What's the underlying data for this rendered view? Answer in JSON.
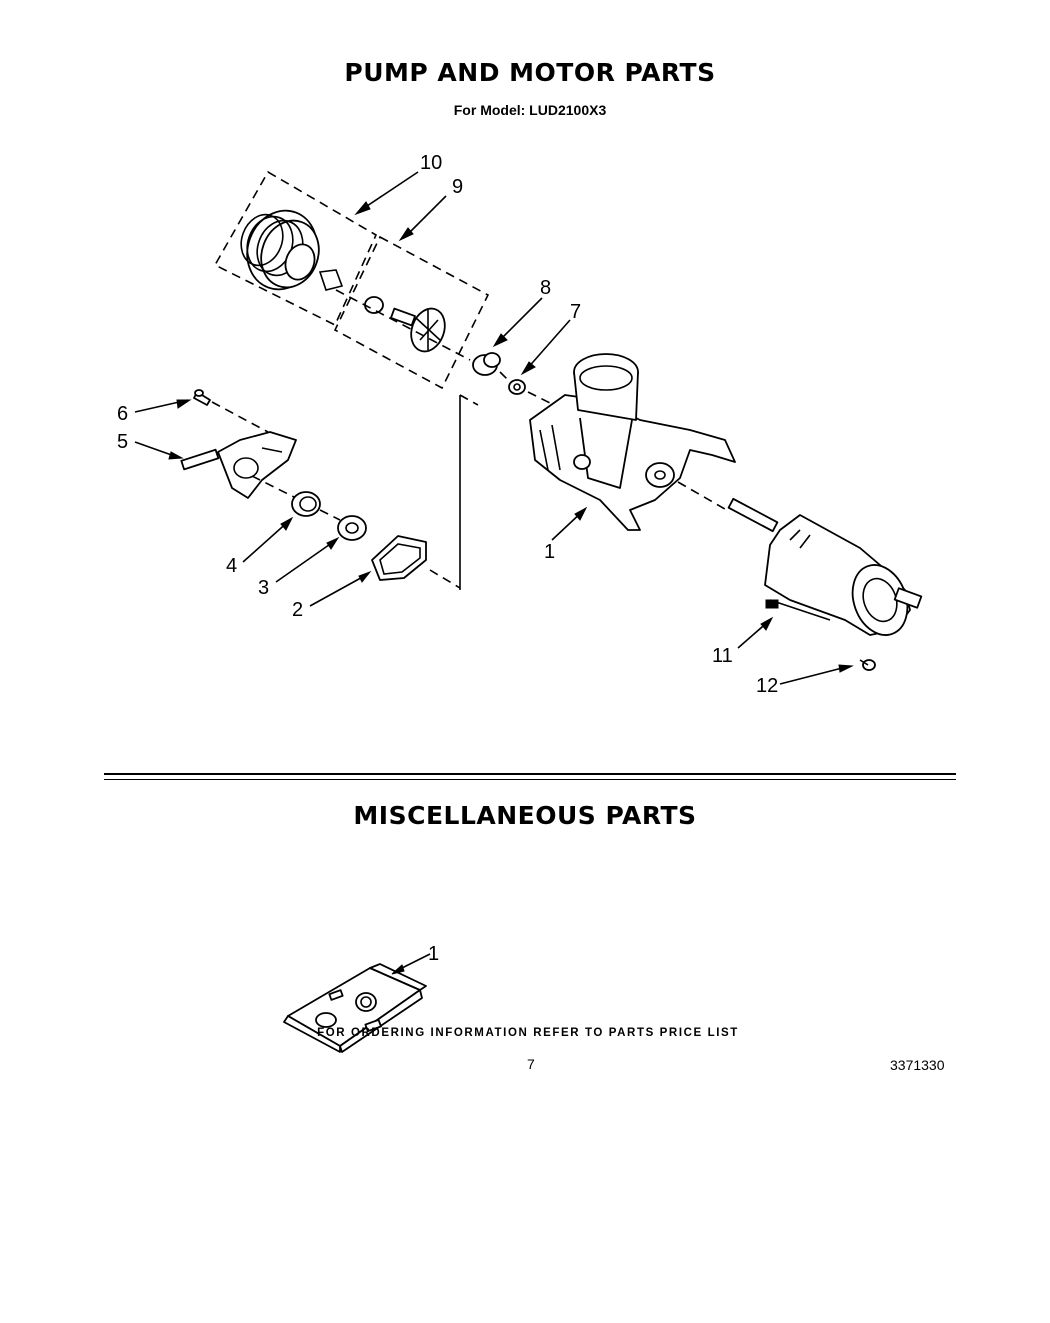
{
  "header": {
    "title": "PUMP AND MOTOR PARTS",
    "model_line": "For Model: LUD2100X3"
  },
  "pump_diagram": {
    "callouts": [
      "1",
      "2",
      "3",
      "4",
      "5",
      "6",
      "7",
      "8",
      "9",
      "10",
      "11",
      "12"
    ]
  },
  "misc_section": {
    "title": "MISCELLANEOUS PARTS",
    "callouts": [
      "1"
    ]
  },
  "footer": {
    "ordering_note": "FOR ORDERING INFORMATION REFER TO PARTS PRICE LIST",
    "page_number": "7",
    "document_number": "3371330"
  }
}
